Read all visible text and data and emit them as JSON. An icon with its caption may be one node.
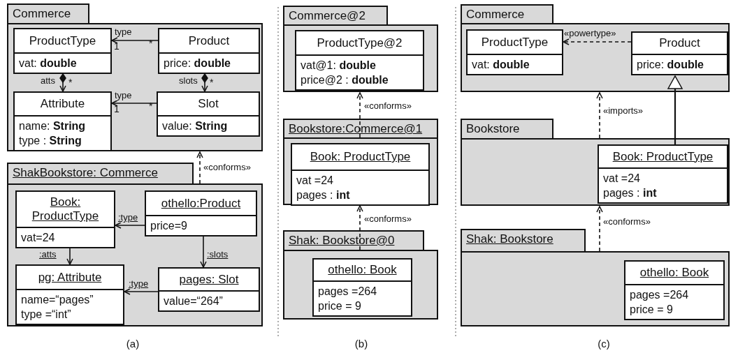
{
  "diagram": {
    "nodes": [
      {
        "text": [
          "Commerce"
        ]
      },
      {
        "text": [
          "ProductType",
          "vat: **double**"
        ],
        "in": 0
      },
      {
        "text": [
          "Product",
          "price: **double**"
        ],
        "in": 0
      },
      {
        "text": [
          "Attribute",
          "name: **String**",
          "type : **String**"
        ],
        "in": 0
      },
      {
        "text": [
          "Slot",
          "value: **String**"
        ],
        "in": 0
      },
      {
        "text": [
          "ShakBookstore: Commerce"
        ]
      },
      {
        "text": [
          "Book: ProductType",
          "vat=24"
        ],
        "in": 5
      },
      {
        "text": [
          "othello:Product",
          "price=9"
        ],
        "in": 5
      },
      {
        "text": [
          "pg: Attribute",
          "name=“pages”",
          "type =“int”"
        ],
        "in": 5
      },
      {
        "text": [
          "pages: Slot",
          "value=“264”"
        ],
        "in": 5
      },
      {
        "text": [
          "Commerce@2"
        ]
      },
      {
        "text": [
          "ProductType@2",
          "vat@1: **double**",
          "price@2 : **double**"
        ],
        "in": 10
      },
      {
        "text": [
          "Bookstore:Commerce@1"
        ]
      },
      {
        "text": [
          "Book: ProductType",
          "vat =24",
          "pages : **int**"
        ],
        "in": 12
      },
      {
        "text": [
          "Shak: Bookstore@0"
        ]
      },
      {
        "text": [
          "othello: Book",
          "pages =264",
          "price = 9"
        ],
        "in": 14
      },
      {
        "text": [
          "Commerce"
        ]
      },
      {
        "text": [
          "ProductType",
          "vat: **double**"
        ],
        "in": 16
      },
      {
        "text": [
          "Product",
          "price: **double**"
        ],
        "in": 16
      },
      {
        "text": [
          "Bookstore"
        ]
      },
      {
        "text": [
          "Book: ProductType",
          "vat =24",
          "pages : **int**"
        ],
        "in": 19
      },
      {
        "text": [
          "Shak: Bookstore"
        ]
      },
      {
        "text": [
          "othello: Book",
          "pages =264",
          "price = 9"
        ],
        "in": 21
      }
    ],
    "edges": [
      {
        "from": 2,
        "to": 1,
        "arrow": "to",
        "label": "type"
      },
      {
        "from": 1,
        "to": 3,
        "arrow": "to",
        "label": "atts"
      },
      {
        "from": 2,
        "to": 4,
        "arrow": "to",
        "label": "slots"
      },
      {
        "from": 4,
        "to": 3,
        "arrow": "to",
        "label": "type"
      },
      {
        "from": 5,
        "to": 0,
        "arrow": "to",
        "label": "«conforms»",
        "style": "dashed"
      },
      {
        "from": 7,
        "to": 6,
        "arrow": "to",
        "label": ":type"
      },
      {
        "from": 6,
        "to": 8,
        "arrow": "to",
        "label": ":atts"
      },
      {
        "from": 7,
        "to": 9,
        "arrow": "to",
        "label": ":slots"
      },
      {
        "from": 9,
        "to": 8,
        "arrow": "to",
        "label": ":type"
      },
      {
        "from": 12,
        "to": 10,
        "arrow": "to",
        "label": "«conforms»",
        "style": "dashed"
      },
      {
        "from": 14,
        "to": 12,
        "arrow": "to",
        "label": "«conforms»",
        "style": "dashed"
      },
      {
        "from": 18,
        "to": 17,
        "arrow": "to",
        "label": "«powertype»",
        "style": "dashed"
      },
      {
        "from": 19,
        "to": 16,
        "arrow": "to",
        "label": "«imports»",
        "style": "dashed"
      },
      {
        "from": 20,
        "to": 18,
        "arrow": "to"
      },
      {
        "from": 21,
        "to": 19,
        "arrow": "to",
        "label": "«conforms»",
        "style": "dashed"
      }
    ],
    "labels": [
      "1",
      "*",
      "*",
      "*",
      "1",
      "*",
      "(a)",
      "(b)",
      "(c)"
    ]
  }
}
